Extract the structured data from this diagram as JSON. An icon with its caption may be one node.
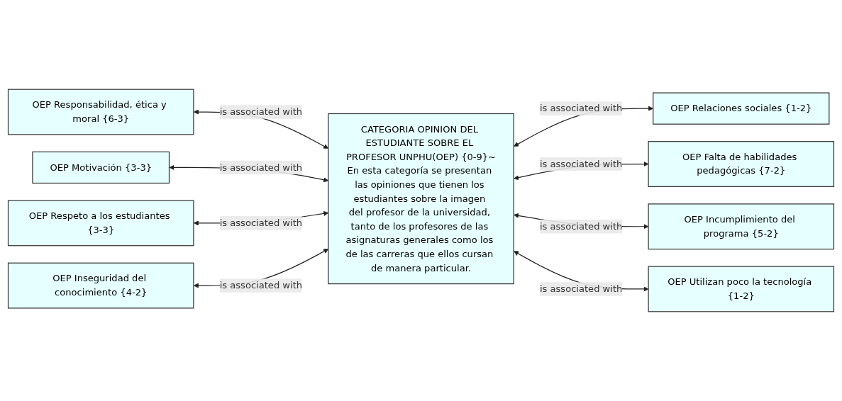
{
  "diagram": {
    "nodes": [
      {
        "text": [
          "CATEGORIA OPINION DEL ESTUDIANTE SOBRE EL PROFESOR UNPHU(OEP) {0-9}~",
          "En esta categoría se presentan las opiniones que tienen los estudiantes sobre la imagen del profesor de la universidad, tanto de los profesores de las asignaturas generales como los de las carreras que ellos cursan de manera particular."
        ]
      },
      {
        "text": [
          "OEP Responsabilidad, ética y moral {6-3}"
        ]
      },
      {
        "text": [
          "OEP Relaciones sociales {1-2}"
        ]
      },
      {
        "text": [
          "OEP Motivación {3-3}"
        ]
      },
      {
        "text": [
          "OEP Falta de habilidades pedagógicas {7-2}"
        ]
      },
      {
        "text": [
          "OEP Respeto a los estudiantes {3-3}"
        ]
      },
      {
        "text": [
          "OEP Incumplimiento del programa {5-2}"
        ]
      },
      {
        "text": [
          "OEP Inseguridad del conocimiento {4-2}"
        ]
      },
      {
        "text": [
          "OEP Utilizan poco la tecnología {1-2}"
        ]
      }
    ],
    "edges": [
      {
        "from": 1,
        "to": 0,
        "arrow": "both",
        "label": "is associated with"
      },
      {
        "from": 0,
        "to": 2,
        "arrow": "both",
        "label": "is associated with"
      },
      {
        "from": 3,
        "to": 0,
        "arrow": "both",
        "label": "is associated with"
      },
      {
        "from": 0,
        "to": 4,
        "arrow": "both",
        "label": "is associated with"
      },
      {
        "from": 5,
        "to": 0,
        "arrow": "both",
        "label": "is associated with"
      },
      {
        "from": 0,
        "to": 6,
        "arrow": "both",
        "label": "is associated with"
      },
      {
        "from": 7,
        "to": 0,
        "arrow": "both",
        "label": "is associated with"
      },
      {
        "from": 0,
        "to": 8,
        "arrow": "both",
        "label": "is associated with"
      }
    ]
  }
}
